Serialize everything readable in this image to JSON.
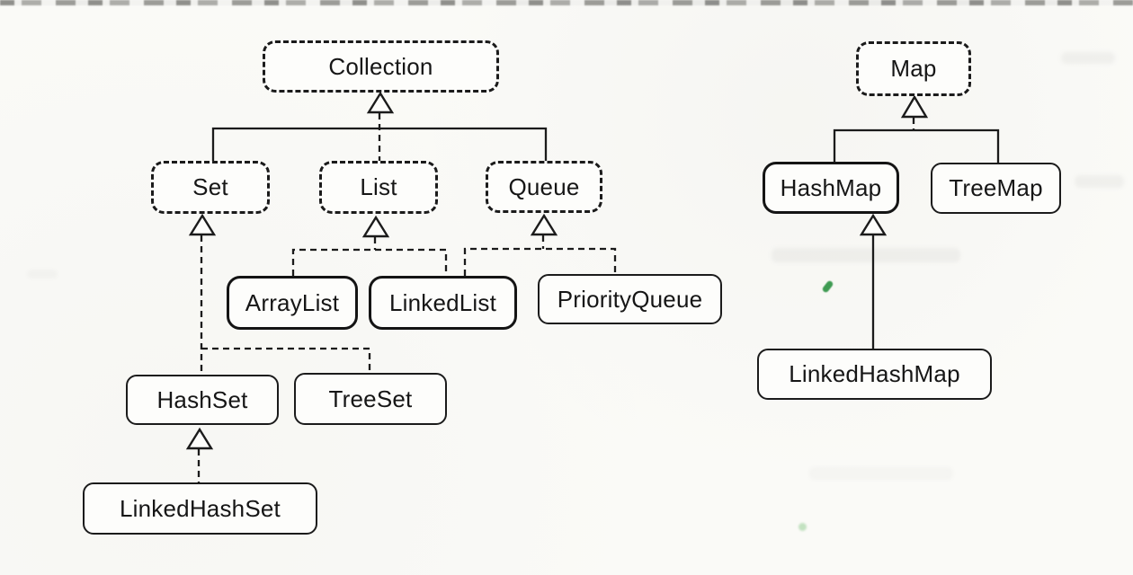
{
  "diagram": {
    "nodes": {
      "collection": {
        "label": "Collection",
        "kind": "interface"
      },
      "set": {
        "label": "Set",
        "kind": "interface"
      },
      "list": {
        "label": "List",
        "kind": "interface"
      },
      "queue": {
        "label": "Queue",
        "kind": "interface"
      },
      "arraylist": {
        "label": "ArrayList",
        "kind": "class-emphasized"
      },
      "linkedlist": {
        "label": "LinkedList",
        "kind": "class-emphasized"
      },
      "priorityqueue": {
        "label": "PriorityQueue",
        "kind": "class"
      },
      "hashset": {
        "label": "HashSet",
        "kind": "class"
      },
      "treeset": {
        "label": "TreeSet",
        "kind": "class"
      },
      "linkedhashset": {
        "label": "LinkedHashSet",
        "kind": "class"
      },
      "map": {
        "label": "Map",
        "kind": "interface"
      },
      "hashmap": {
        "label": "HashMap",
        "kind": "class-emphasized"
      },
      "treemap": {
        "label": "TreeMap",
        "kind": "class"
      },
      "linkedhashmap": {
        "label": "LinkedHashMap",
        "kind": "class"
      }
    },
    "edges": [
      {
        "from": "set",
        "to": "collection",
        "style": "solid-bracket"
      },
      {
        "from": "list",
        "to": "collection",
        "style": "dashed"
      },
      {
        "from": "queue",
        "to": "collection",
        "style": "solid-bracket"
      },
      {
        "from": "hashset",
        "to": "set",
        "style": "dashed"
      },
      {
        "from": "treeset",
        "to": "set",
        "style": "dashed"
      },
      {
        "from": "arraylist",
        "to": "list",
        "style": "dashed"
      },
      {
        "from": "linkedlist",
        "to": "list",
        "style": "dashed"
      },
      {
        "from": "linkedlist",
        "to": "queue",
        "style": "dashed"
      },
      {
        "from": "priorityqueue",
        "to": "queue",
        "style": "dashed"
      },
      {
        "from": "linkedhashset",
        "to": "hashset",
        "style": "dashed"
      },
      {
        "from": "hashmap",
        "to": "map",
        "style": "solid-bracket"
      },
      {
        "from": "treemap",
        "to": "map",
        "style": "solid-bracket"
      },
      {
        "from": "linkedhashmap",
        "to": "hashmap",
        "style": "solid"
      }
    ],
    "colors": {
      "ink": "#1b1b1b",
      "paper": "#fafaf7",
      "scan_mark_green": "#3f9b52"
    }
  }
}
